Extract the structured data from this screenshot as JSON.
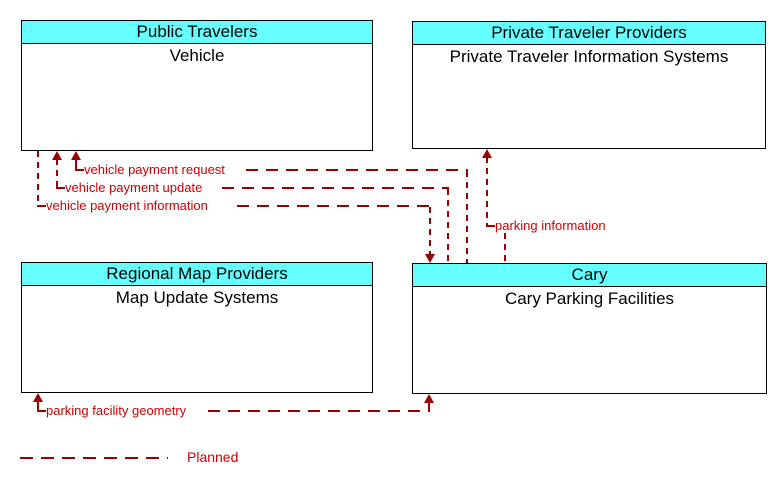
{
  "colors": {
    "header_fill": "#66ffff",
    "box_border": "#000000",
    "flow_line": "#990000",
    "flow_label": "#cc0000",
    "background": "#ffffff"
  },
  "boxes": [
    {
      "header": "Public Travelers",
      "body": "Vehicle"
    },
    {
      "header": "Private Traveler Providers",
      "body": "Private Traveler Information Systems"
    },
    {
      "header": "Regional Map Providers",
      "body": "Map Update Systems"
    },
    {
      "header": "Cary",
      "body": "Cary Parking Facilities"
    }
  ],
  "flows": [
    {
      "label": "vehicle payment request",
      "from": "Cary Parking Facilities",
      "to": "Vehicle",
      "status": "Planned"
    },
    {
      "label": "vehicle payment update",
      "from": "Cary Parking Facilities",
      "to": "Vehicle",
      "status": "Planned"
    },
    {
      "label": "vehicle payment information",
      "from": "Vehicle",
      "to": "Cary Parking Facilities",
      "status": "Planned"
    },
    {
      "label": "parking information",
      "from": "Cary Parking Facilities",
      "to": "Private Traveler Information Systems",
      "status": "Planned"
    },
    {
      "label": "parking facility geometry",
      "from": "Cary Parking Facilities",
      "to": "Map Update Systems",
      "status": "Planned"
    }
  ],
  "legend": {
    "line_style": "dashed",
    "label": "Planned"
  }
}
